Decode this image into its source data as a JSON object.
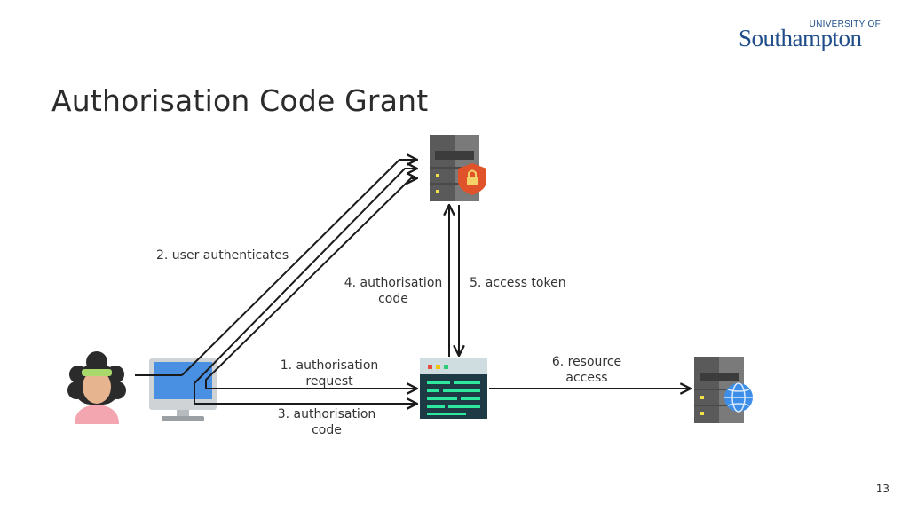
{
  "slide": {
    "title": "Authorisation Code Grant",
    "page_number": "13"
  },
  "logo": {
    "line1": "UNIVERSITY OF",
    "line2": "Southampton"
  },
  "labels": {
    "user_authenticates": "2. user authenticates",
    "auth_code_up_1": "4. authorisation",
    "auth_code_up_2": "code",
    "access_token": "5. access token",
    "auth_request_1": "1. authorisation",
    "auth_request_2": "request",
    "auth_code_back_1": "3. authorisation",
    "auth_code_back_2": "code",
    "resource_access_1": "6. resource",
    "resource_access_2": "access"
  },
  "colors": {
    "server_dark": "#5a5a5a",
    "server_mid": "#7a7a7a",
    "shield": "#e0522a",
    "screen_blue": "#4a90e2",
    "app_bg": "#1e3a44",
    "app_green": "#2ee8a0",
    "globe": "#3d8ee8",
    "arrow": "#1a1a1a"
  },
  "icons": [
    "user-avatar-icon",
    "computer-monitor-icon",
    "auth-server-icon",
    "lock-shield-icon",
    "client-app-icon",
    "resource-server-icon",
    "globe-icon"
  ]
}
